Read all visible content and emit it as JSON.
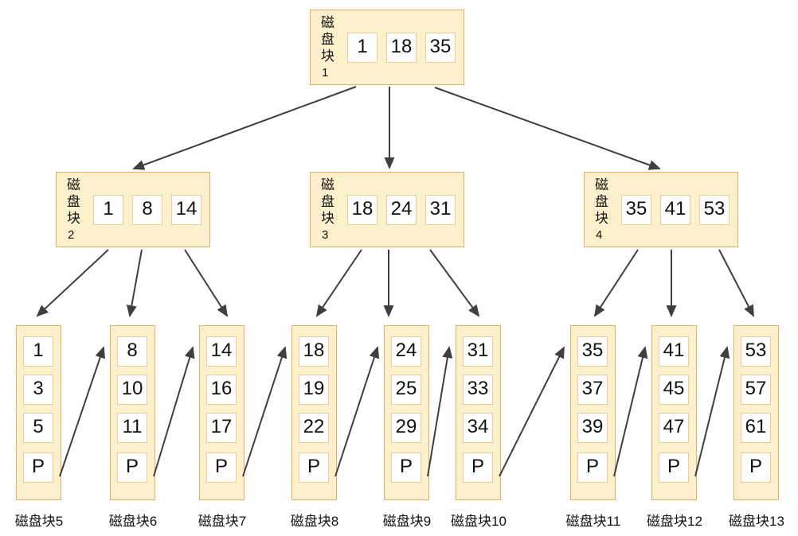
{
  "colors": {
    "node_fill": "#FCF0CD",
    "node_border": "#E4AF63",
    "cell_fill": "#FFFFFF",
    "cell_border": "#F2C893",
    "arrow": "#3F3F3F",
    "text": "#111111"
  },
  "tree": {
    "internal_nodes": [
      {
        "name": "磁盘块",
        "num": "1",
        "keys": [
          "1",
          "18",
          "35"
        ]
      },
      {
        "name": "磁盘块",
        "num": "2",
        "keys": [
          "1",
          "8",
          "14"
        ]
      },
      {
        "name": "磁盘块",
        "num": "3",
        "keys": [
          "18",
          "24",
          "31"
        ]
      },
      {
        "name": "磁盘块",
        "num": "4",
        "keys": [
          "35",
          "41",
          "53"
        ]
      }
    ],
    "leaves": [
      {
        "label": "磁盘块5",
        "cells": [
          "1",
          "3",
          "5",
          "P"
        ]
      },
      {
        "label": "磁盘块6",
        "cells": [
          "8",
          "10",
          "11",
          "P"
        ]
      },
      {
        "label": "磁盘块7",
        "cells": [
          "14",
          "16",
          "17",
          "P"
        ]
      },
      {
        "label": "磁盘块8",
        "cells": [
          "18",
          "19",
          "22",
          "P"
        ]
      },
      {
        "label": "磁盘块9",
        "cells": [
          "24",
          "25",
          "29",
          "P"
        ]
      },
      {
        "label": "磁盘块10",
        "cells": [
          "31",
          "33",
          "34",
          "P"
        ]
      },
      {
        "label": "磁盘块11",
        "cells": [
          "35",
          "37",
          "39",
          "P"
        ]
      },
      {
        "label": "磁盘块12",
        "cells": [
          "41",
          "45",
          "47",
          "P"
        ]
      },
      {
        "label": "磁盘块13",
        "cells": [
          "53",
          "57",
          "61",
          "P"
        ]
      }
    ]
  }
}
